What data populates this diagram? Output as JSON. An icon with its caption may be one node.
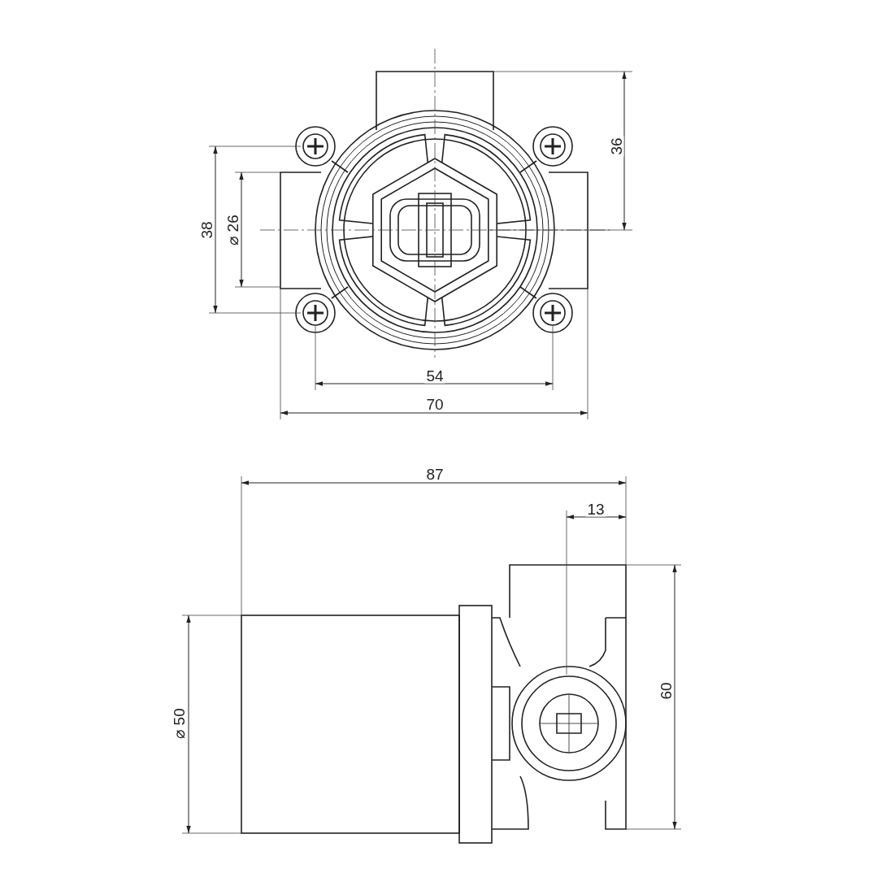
{
  "diagram": {
    "labels": [
      "36",
      "38",
      "⌀ 26",
      "54",
      "70",
      "87",
      "13",
      "60",
      "⌀ 50"
    ]
  }
}
